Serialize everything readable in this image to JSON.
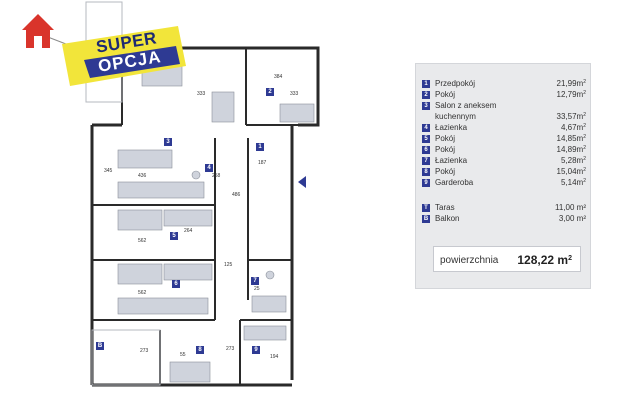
{
  "logo": {
    "word1": "SUPER",
    "word2": "OPCJA",
    "colors": {
      "banner": "#f2e53a",
      "house": "#d9342b",
      "text": "#1d2a72"
    }
  },
  "legend": {
    "rooms": [
      {
        "num": "1",
        "label": "Przedpokój",
        "area": "21,99m",
        "unit_sup": "2"
      },
      {
        "num": "2",
        "label": "Pokój",
        "area": "12,79m",
        "unit_sup": "2"
      },
      {
        "num": "3",
        "label": "Salon z aneksem",
        "label2": "kuchennym",
        "area": "33,57m",
        "unit_sup": "2"
      },
      {
        "num": "4",
        "label": "Łazienka",
        "area": "4,67m",
        "unit_sup": "2"
      },
      {
        "num": "5",
        "label": "Pokój",
        "area": "14,85m",
        "unit_sup": "2"
      },
      {
        "num": "6",
        "label": "Pokój",
        "area": "14,89m",
        "unit_sup": "2"
      },
      {
        "num": "7",
        "label": "Łazienka",
        "area": "5,28m",
        "unit_sup": "2"
      },
      {
        "num": "8",
        "label": "Pokój",
        "area": "15,04m",
        "unit_sup": "2"
      },
      {
        "num": "9",
        "label": "Garderoba",
        "area": "5,14m",
        "unit_sup": "2"
      }
    ],
    "outdoor": [
      {
        "num": "T",
        "label": "Taras",
        "area": "11,00 m²"
      },
      {
        "num": "B",
        "label": "Balkon",
        "area": "3,00 m²"
      }
    ]
  },
  "total": {
    "label": "powierzchnia",
    "value": "128,22 m",
    "unit_sup": "2"
  },
  "plan": {
    "dimensions": [
      "384",
      "333",
      "333",
      "436",
      "345",
      "187",
      "258",
      "486",
      "562",
      "264",
      "562",
      "125",
      "273",
      "273",
      "194",
      "55",
      "25"
    ],
    "room_labels": [
      "2",
      "3",
      "1",
      "4",
      "5",
      "6",
      "7",
      "B",
      "8",
      "9"
    ],
    "colors": {
      "wall": "#2a2a2a",
      "marker": "#2e3a93",
      "furniture": "#cfd3dc"
    }
  }
}
